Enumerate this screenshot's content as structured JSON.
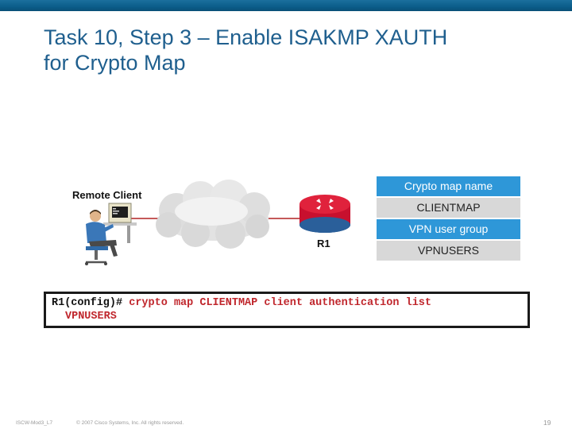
{
  "slide": {
    "title_line1": "Task 10, Step 3 – Enable ISAKMP XAUTH",
    "title_line2": "for Crypto Map"
  },
  "diagram": {
    "remote_client_label": "Remote Client",
    "router_label": "R1",
    "icons": [
      "remote-client-icon",
      "cloud-icon",
      "router-icon"
    ]
  },
  "info_table": {
    "rows": [
      {
        "label": "Crypto map name",
        "kind": "header"
      },
      {
        "label": "CLIENTMAP",
        "kind": "value"
      },
      {
        "label": "VPN user group",
        "kind": "header"
      },
      {
        "label": "VPNUSERS",
        "kind": "value"
      }
    ],
    "colors": {
      "header_bg": "#2e97d8",
      "value_bg": "#d8d8d8"
    }
  },
  "command": {
    "prompt": "R1(config)#",
    "line1": "crypto map CLIENTMAP client authentication list",
    "line2": "VPNUSERS",
    "command_color": "#c0272d"
  },
  "footer": {
    "course_code": "ISCW-Mod3_L7",
    "copyright": "© 2007 Cisco Systems, Inc. All rights reserved.",
    "page_number": "19"
  },
  "colors": {
    "top_bar": "#0b5d8a",
    "title": "#1f5f8e"
  }
}
